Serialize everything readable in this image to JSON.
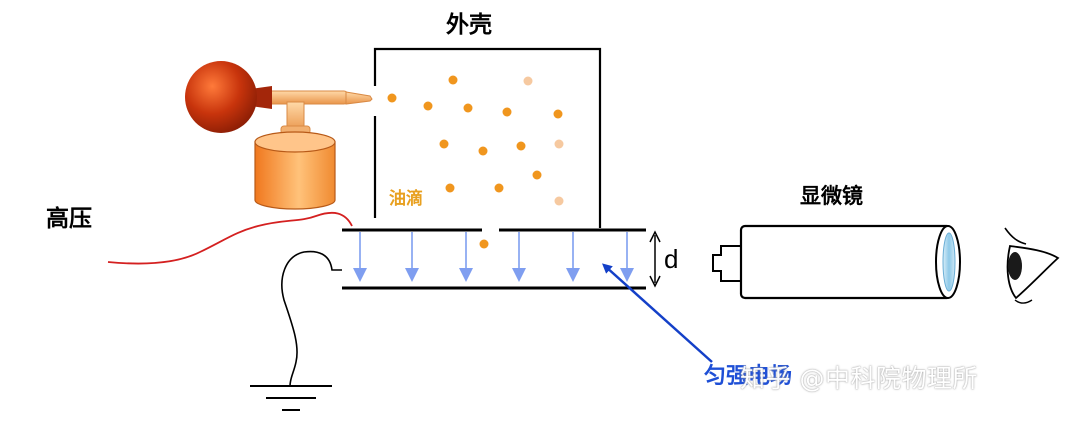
{
  "labels": {
    "shell": "外壳",
    "high_voltage": "高压",
    "oil_drop": "油滴",
    "microscope": "显微镜",
    "distance": "d",
    "uniform_field": "匀强电场",
    "watermark": "知乎 @中科院物理所"
  },
  "colors": {
    "droplet": "#f0961e",
    "droplet_faint": "#f6c9a0",
    "field_arrow": "#7f9ef0",
    "pointer_arrow": "#1440c8",
    "wire": "#d42020",
    "bulb": "#c0310a",
    "nozzle": "#f2b070",
    "container": "#f08a30",
    "lens": "#9ed0ec"
  },
  "icons": {
    "eye": "eye-icon",
    "ground": "ground-icon"
  }
}
